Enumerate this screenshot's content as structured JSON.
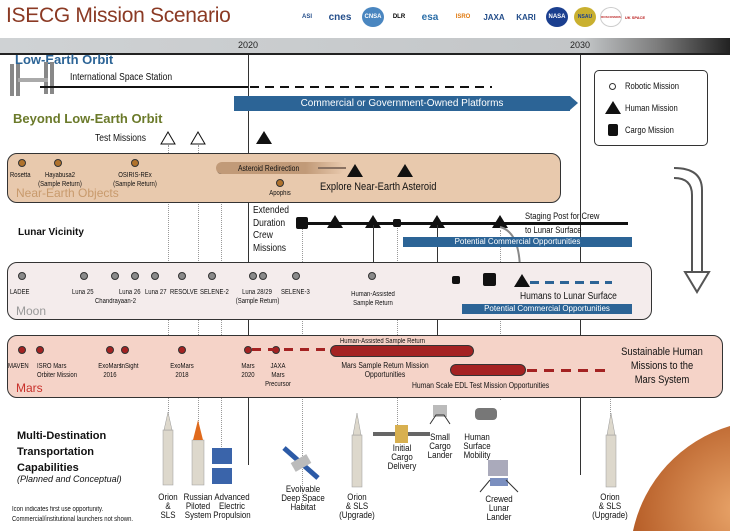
{
  "title": "ISECG Mission Scenario",
  "logos": [
    "ASI",
    "cnes",
    "CNSA",
    "DLR",
    "esa",
    "ISRO",
    "JAXA",
    "KARI",
    "NASA",
    "NSAU",
    "ROSCOSMOS",
    "UK SPACE"
  ],
  "axis": {
    "years": [
      "2020",
      "2030"
    ]
  },
  "leo": {
    "label": "Low-Earth Orbit",
    "iss": "International Space Station",
    "platforms": "Commercial or Government-Owned Platforms"
  },
  "bleo": {
    "label": "Beyond Low-Earth Orbit",
    "test_missions": "Test Missions"
  },
  "legend": {
    "robotic": "Robotic Mission",
    "human": "Human Mission",
    "cargo": "Cargo Mission"
  },
  "neo": {
    "label": "Near-Earth Objects",
    "missions": [
      "Rosetta",
      "Hayabusa2\n(Sample Return)",
      "OSIRIS-REx\n(Sample Return)",
      "Apophis"
    ],
    "redirect": "Asteroid Redirection",
    "explore": "Explore Near-Earth Asteroid"
  },
  "lunar_vicinity": {
    "label": "Lunar Vicinity",
    "crew": "Extended\nDuration\nCrew\nMissions",
    "staging": "Staging Post for Crew\nto Lunar Surface",
    "commercial": "Potential Commercial Opportunities"
  },
  "moon": {
    "label": "Moon",
    "missions": [
      "LADEE",
      "Luna 25",
      "Chandrayaan-2",
      "Luna 26",
      "Luna 27",
      "RESOLVE",
      "SELENE-2",
      "Luna 28/29\n(Sample Return)",
      "SELENE-3",
      "Human-Assisted\nSample Return"
    ],
    "humans": "Humans to Lunar Surface",
    "commercial": "Potential Commercial Opportunities"
  },
  "mars": {
    "label": "Mars",
    "missions": [
      "MAVEN",
      "ISRO Mars\nOrbiter Mission",
      "ExoMars\n2016",
      "InSight",
      "ExoMars\n2018",
      "Mars\n2020",
      "JAXA\nMars\nPrecursor"
    ],
    "has": "Human-Assisted Sample Return",
    "msr": "Mars Sample Return Mission\nOpportunities",
    "edl": "Human Scale EDL Test Mission Opportunities",
    "sustainable": "Sustainable Human\nMissions to the\nMars System"
  },
  "transport": {
    "title": "Multi-Destination\nTransportation\nCapabilities",
    "subtitle": "(Planned and Conceptual)",
    "note": "Icon indicates first use opportunity.\nCommercial/institutional launchers not shown.",
    "items": [
      "Orion\n&\nSLS",
      "Russian\nPiloted\nSystem",
      "Advanced\nElectric\nPropulsion",
      "Evolvable\nDeep Space\nHabitat",
      "Orion\n& SLS\n(Upgrade)",
      "Initial\nCargo\nDelivery",
      "Small\nCargo\nLander",
      "Human\nSurface\nMobility",
      "Crewed\nLunar\nLander",
      "Orion\n& SLS\n(Upgrade)"
    ]
  },
  "colors": {
    "title": "#8b3a24",
    "leo": "#2c6496",
    "bleo": "#6b7a2a",
    "neo_band": "#e8c9ad",
    "moon_band": "#f4ecec",
    "mars_band": "#f5d3c8",
    "mars_red": "#a42222"
  }
}
